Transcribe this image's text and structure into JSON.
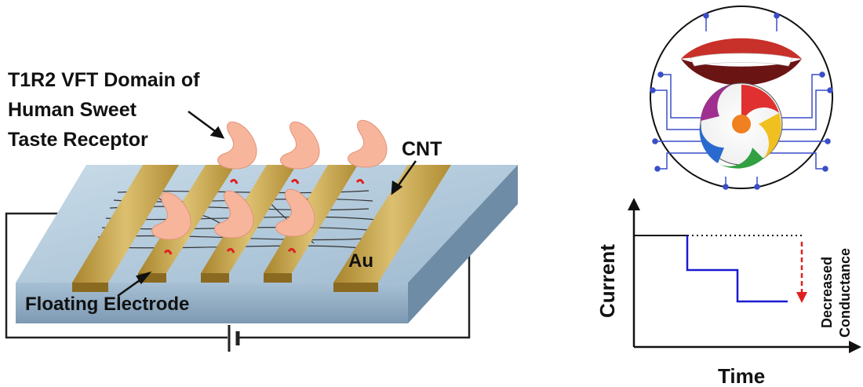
{
  "labels": {
    "receptor_line1": "T1R2 VFT Domain of",
    "receptor_line2": "Human Sweet",
    "receptor_line3": "Taste Receptor",
    "cnt": "CNT",
    "au": "Au",
    "floating_electrode": "Floating Electrode"
  },
  "graph": {
    "ylabel": "Current",
    "xlabel": "Time",
    "annotation_line1": "Decreased",
    "annotation_line2": "Conductance"
  },
  "colors": {
    "gold": "#c9a648",
    "slab_top": "#b8cfe0",
    "slab_side": "#8fa9bf",
    "receptor": "#f7b59c",
    "signal_step": "#1a1ad0",
    "arrow_red": "#e02020"
  },
  "icons": [
    "mouth-icon",
    "lollipop-icon",
    "circuit-lines-icon",
    "battery-icon"
  ]
}
